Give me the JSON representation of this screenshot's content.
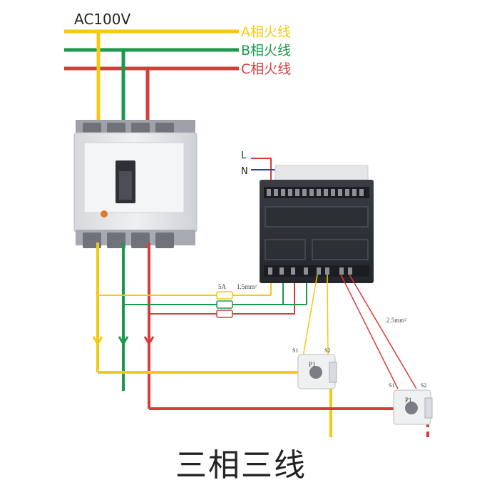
{
  "source_label": "AC100V",
  "phases": [
    {
      "label": "A相火线",
      "color": "#f6c90e"
    },
    {
      "label": "B相火线",
      "color": "#1a9a4a"
    },
    {
      "label": "C相火线",
      "color": "#d93b3b"
    }
  ],
  "neutral_color": "#2a3fbf",
  "terminal_labels": {
    "l": "L",
    "n": "N"
  },
  "fuse_label": "5A",
  "wire_thin_label": "1.5mm²",
  "wire_thick_label": "2.5mm²",
  "ct_labels": {
    "s1": "S1",
    "s2": "S2",
    "p1": "P1"
  },
  "caption": "三相三线"
}
